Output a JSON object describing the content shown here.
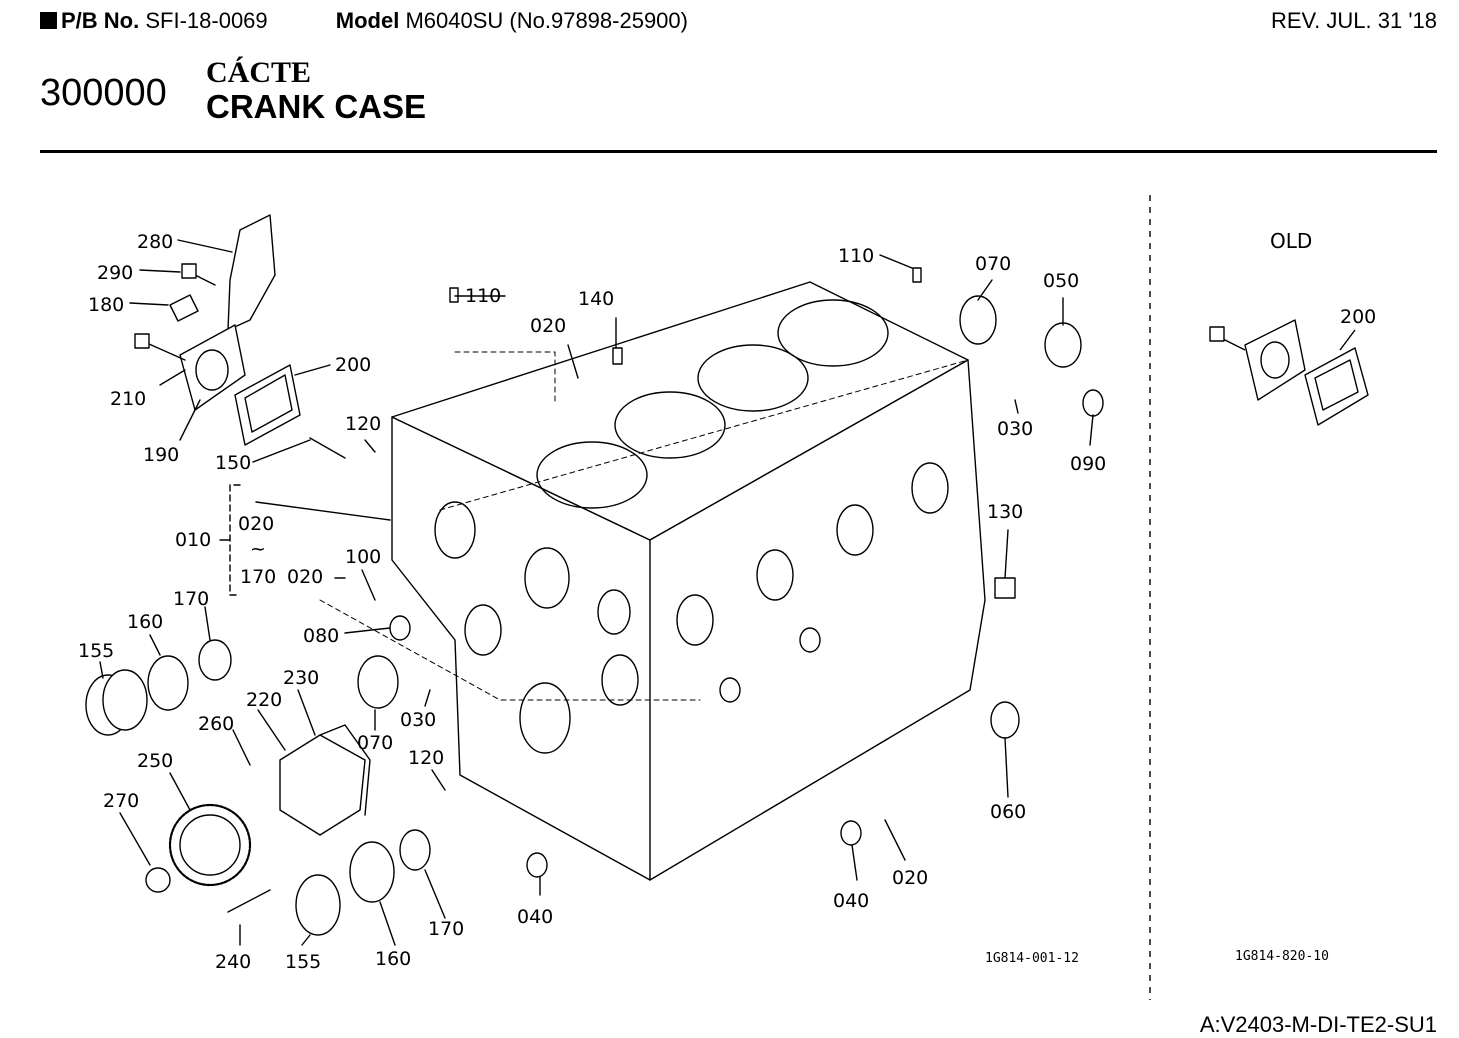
{
  "header": {
    "pb_label": "P/B No.",
    "pb_value": "SFI-18-0069",
    "model_label": "Model",
    "model_value": "M6040SU (No.97898-25900)",
    "revision": "REV. JUL. 31 '18"
  },
  "section": {
    "number": "300000",
    "title_local": "CÁCTE",
    "title_en": "CRANK CASE"
  },
  "diagram": {
    "labels": [
      "280",
      "290",
      "180",
      "210",
      "190",
      "200",
      "150",
      "120",
      "110",
      "140",
      "020",
      "110",
      "070",
      "050",
      "030",
      "090",
      "010",
      "020",
      "~",
      "170",
      "020",
      "100",
      "080",
      "170",
      "160",
      "155",
      "070",
      "030",
      "230",
      "220",
      "260",
      "250",
      "270",
      "120",
      "240",
      "155",
      "160",
      "170",
      "040",
      "040",
      "020",
      "060",
      "130"
    ],
    "drawing_code": "1G814-001-12",
    "old_label": "OLD",
    "old_part": "200",
    "old_drawing_code": "1G814-820-10"
  },
  "footer": {
    "code": "A:V2403-M-DI-TE2-SU1"
  }
}
